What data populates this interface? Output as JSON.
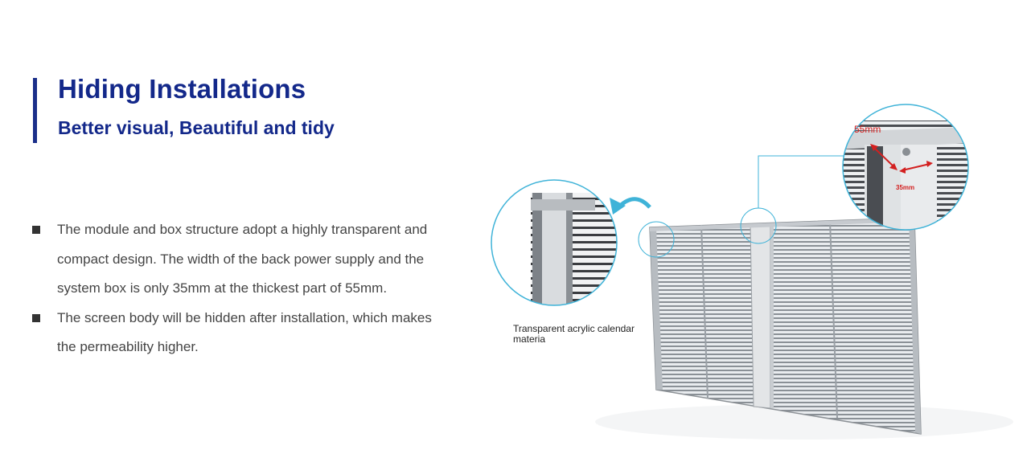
{
  "header": {
    "title": "Hiding Installations",
    "subtitle": "Better visual, Beautiful and tidy",
    "accent_color": "#13288a"
  },
  "features": [
    {
      "text": "The module and box structure adopt a highly transparent and compact design. The width of the back power supply and the system box is only 35mm at the thickest part of 55mm."
    },
    {
      "text": "The screen body will be hidden after installation, which makes the permeability higher."
    }
  ],
  "illustration": {
    "left_callout_label": "Transparent acrylic calendar materia",
    "dimension_top": "55mm",
    "dimension_side": "35mm",
    "callout_color": "#3fb3d8",
    "dimension_color": "#d32020",
    "icons": [
      "led-panel-image",
      "zoom-circle-left",
      "zoom-circle-right",
      "curved-arrow-icon"
    ]
  }
}
